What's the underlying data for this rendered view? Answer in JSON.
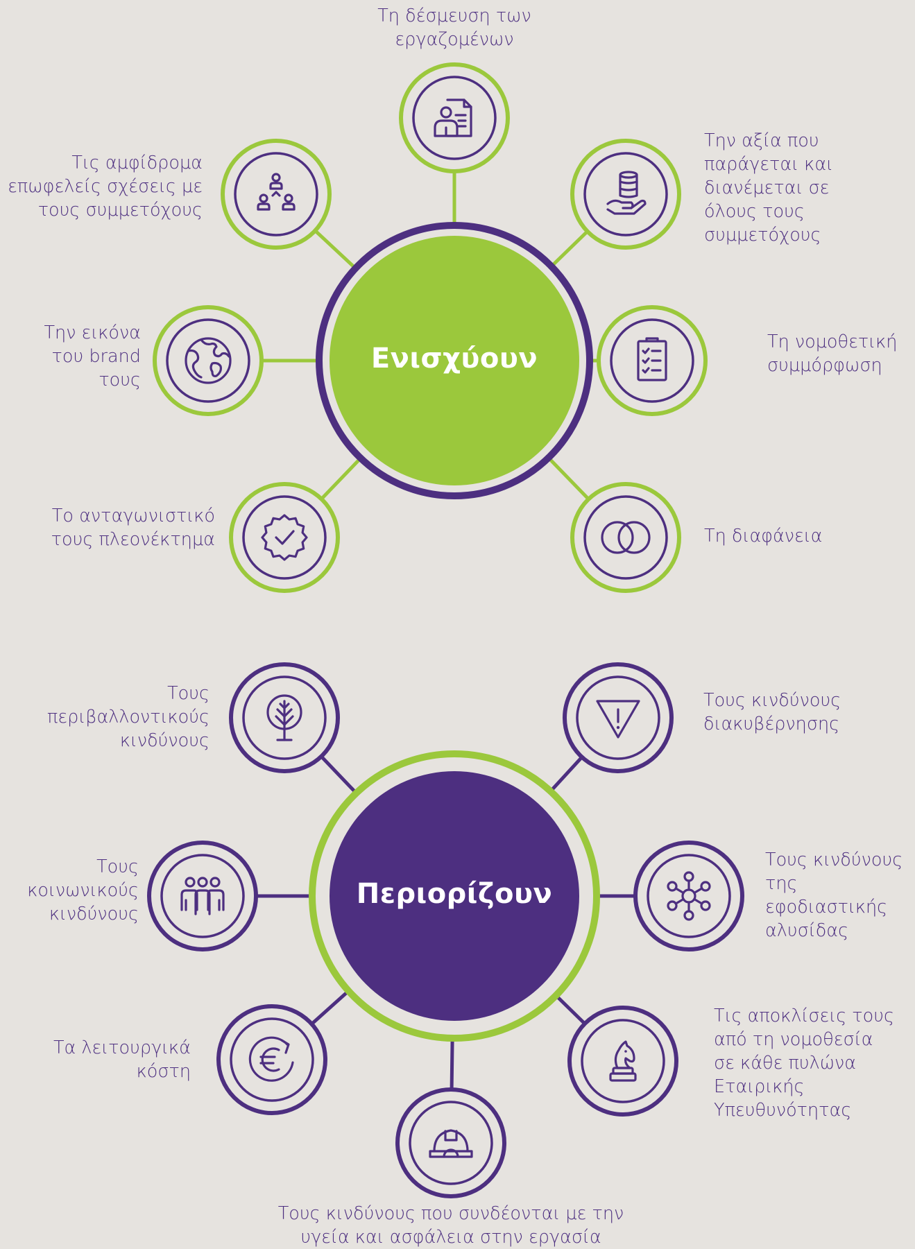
{
  "colors": {
    "background": "#e6e3df",
    "green": "#9bc83c",
    "purple": "#4d2f80",
    "white": "#ffffff"
  },
  "top_section": {
    "hub_label": "Ενισχύουν",
    "nodes": [
      {
        "icon": "employee-document-icon",
        "lines": [
          "Τη δέσμευση των",
          "εργαζομένων"
        ]
      },
      {
        "icon": "coins-hand-icon",
        "lines": [
          "Την αξία που",
          "παράγεται και",
          "διανέμεται σε",
          "όλους τους",
          "συμμετόχους"
        ]
      },
      {
        "icon": "checklist-icon",
        "lines": [
          "Τη νομοθετική",
          "συμμόρφωση"
        ]
      },
      {
        "icon": "overlapping-circles-icon",
        "lines": [
          "Τη διαφάνεια"
        ]
      },
      {
        "icon": "badge-check-icon",
        "lines": [
          "Το ανταγωνιστικό",
          "τους πλεονέκτημα"
        ]
      },
      {
        "icon": "globe-icon",
        "lines": [
          "Την εικόνα",
          "του brand",
          "τους"
        ]
      },
      {
        "icon": "people-network-icon",
        "lines": [
          "Τις αμφίδρομα",
          "επωφελείς σχέσεις με",
          "τους συμμετόχους"
        ]
      }
    ]
  },
  "bottom_section": {
    "hub_label": "Περιορίζουν",
    "nodes": [
      {
        "icon": "tree-icon",
        "lines": [
          "Τους",
          "περιβαλλοντικούς",
          "κινδύνους"
        ]
      },
      {
        "icon": "warning-triangle-icon",
        "lines": [
          "Τους κινδύνους",
          "διακυβέρνησης"
        ]
      },
      {
        "icon": "network-hub-icon",
        "lines": [
          "Τους κινδύνους",
          "της",
          "εφοδιαστικής",
          "αλυσίδας"
        ]
      },
      {
        "icon": "chess-knight-icon",
        "lines": [
          "Τις αποκλίσεις τους",
          "από τη νομοθεσία",
          "σε κάθε πυλώνα",
          "Εταιρικής",
          "Υπευθυνότητας"
        ]
      },
      {
        "icon": "hard-hat-icon",
        "lines": [
          "Τους κινδύνους που συνδέονται με την",
          "υγεία και ασφάλεια στην εργασία"
        ]
      },
      {
        "icon": "euro-cycle-icon",
        "lines": [
          "Τα λειτουργικά",
          "κόστη"
        ]
      },
      {
        "icon": "people-group-icon",
        "lines": [
          "Τους",
          "κοινωνικούς",
          "κινδύνους"
        ]
      }
    ]
  }
}
